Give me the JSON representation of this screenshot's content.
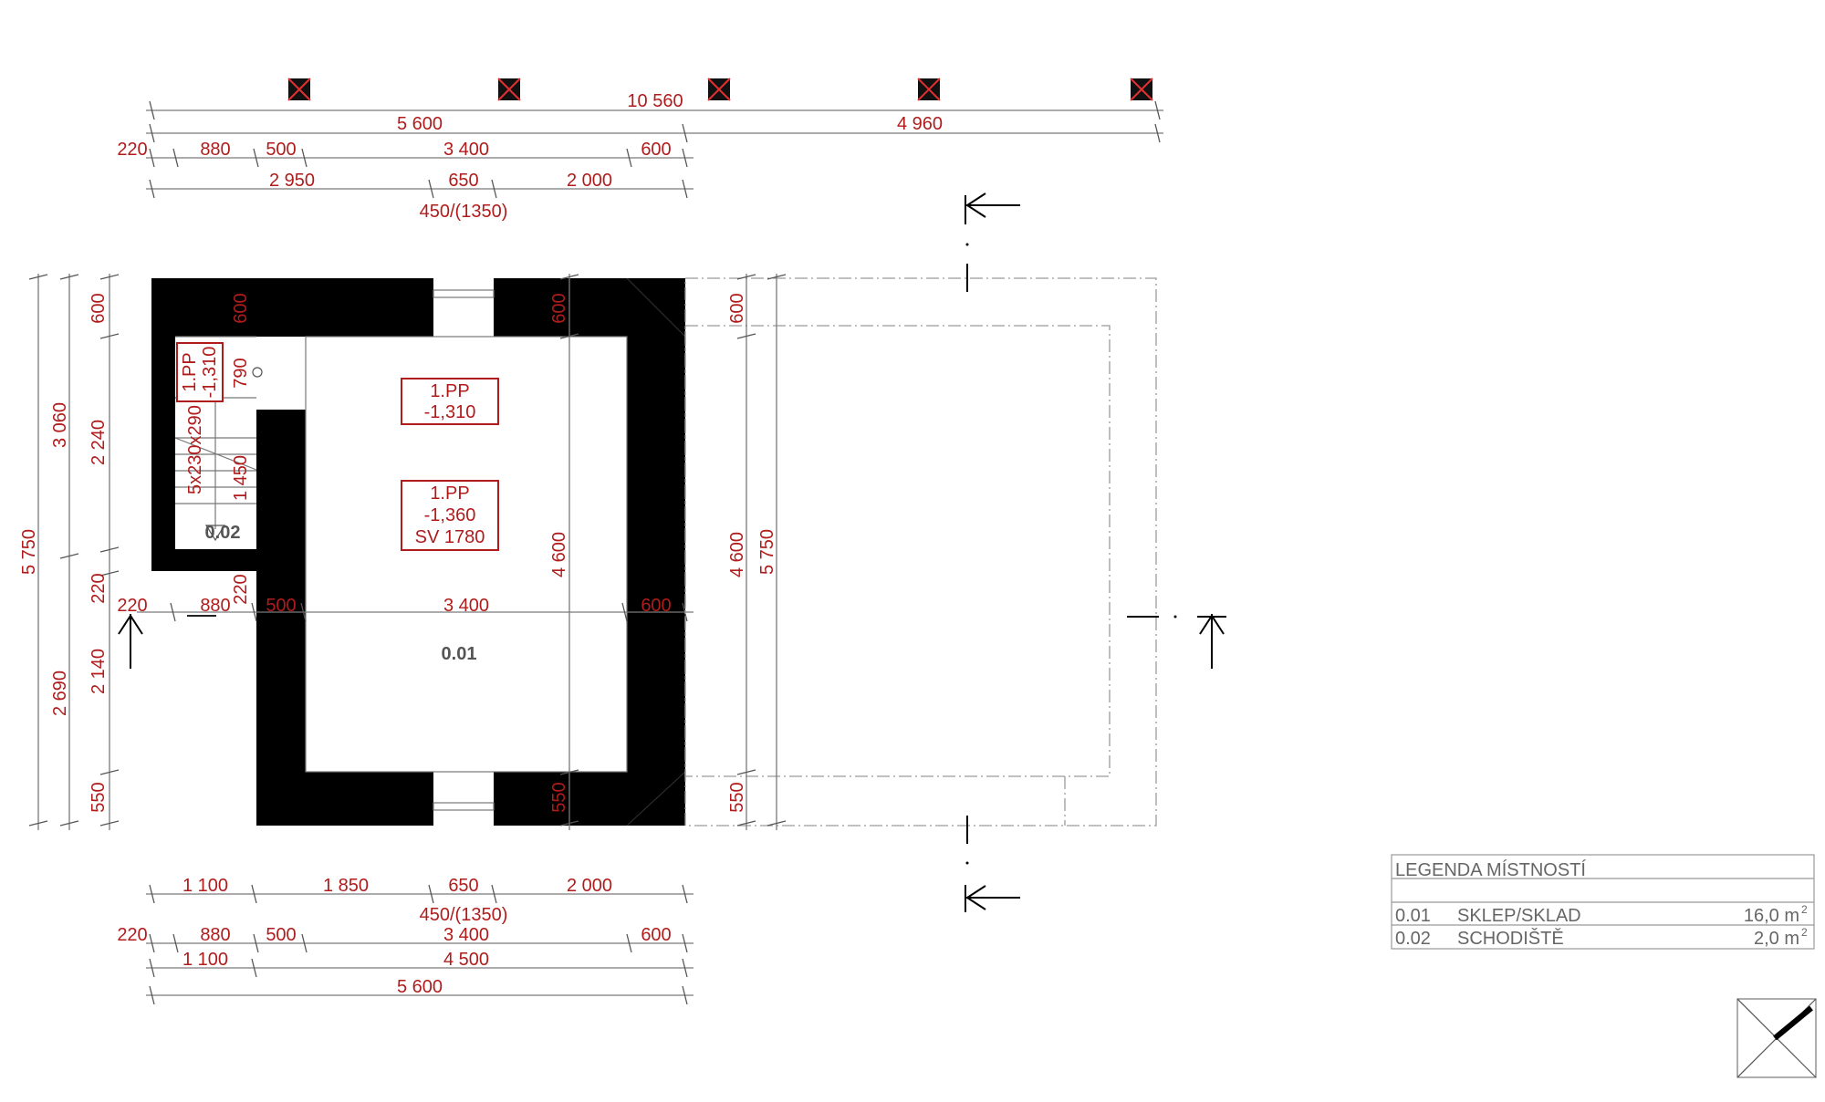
{
  "top_dims": {
    "total": "10 560",
    "row1": [
      "5 600",
      "4 960"
    ],
    "row2": [
      "220",
      "880",
      "500",
      "3 400",
      "600"
    ],
    "row3": [
      "2 950",
      "650",
      "2 000"
    ],
    "window": "450/(1350)"
  },
  "bottom_dims": {
    "row1": [
      "1 100",
      "1 850",
      "650",
      "2 000"
    ],
    "window": "450/(1350)",
    "row2": [
      "220",
      "880",
      "500",
      "3 400",
      "600"
    ],
    "row3": [
      "1 100",
      "4 500"
    ],
    "total": "5 600"
  },
  "left_dims": {
    "outer": "5 750",
    "second": [
      "3 060",
      "2 690"
    ],
    "third": [
      "600",
      "2 240",
      "220",
      "2 140",
      "550"
    ]
  },
  "inner_dims": {
    "horizontal": [
      "220",
      "880",
      "220",
      "500",
      "3 400",
      "600"
    ],
    "vertical_left": [
      "600",
      "790",
      "1 450"
    ],
    "vertical_mid": [
      "600",
      "4 600",
      "550"
    ],
    "stairs": "5x230x290"
  },
  "right_dims": {
    "inner": [
      "600",
      "4 600",
      "550"
    ],
    "outer": "5 750"
  },
  "levels": [
    {
      "line1": "1.PP",
      "line2": "-1,310"
    },
    {
      "line1": "1.PP",
      "line2": "-1,360",
      "line3": "SV 1780"
    },
    {
      "line1": "1.PP",
      "line2": "-1,310"
    }
  ],
  "rooms": {
    "r1": "0.01",
    "r2": "0.02"
  },
  "legend": {
    "title": "LEGENDA MÍSTNOSTÍ",
    "rows": [
      {
        "num": "0.01",
        "name": "SKLEP/SKLAD",
        "area": "16,0 m",
        "sup": "2"
      },
      {
        "num": "0.02",
        "name": "SCHODIŠTĚ",
        "area": "2,0 m",
        "sup": "2"
      }
    ]
  }
}
